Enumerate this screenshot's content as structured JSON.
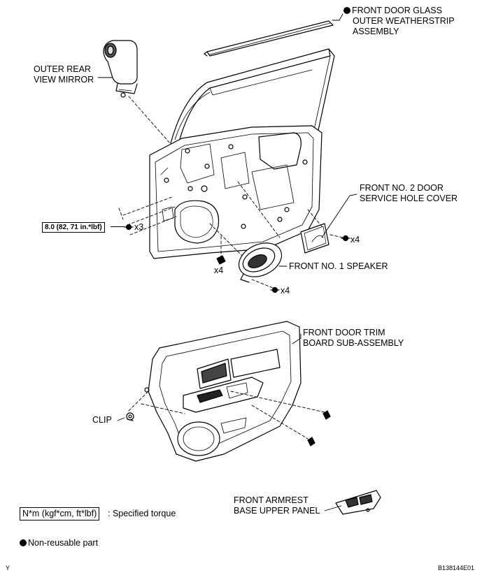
{
  "labels": {
    "weatherstrip": [
      "FRONT DOOR GLASS",
      "OUTER WEATHERSTRIP",
      "ASSEMBLY"
    ],
    "mirror": [
      "OUTER REAR",
      "VIEW MIRROR"
    ],
    "hole_cover": [
      "FRONT NO. 2 DOOR",
      "SERVICE HOLE COVER"
    ],
    "speaker": "FRONT NO. 1 SPEAKER",
    "trim_board": [
      "FRONT DOOR TRIM",
      "BOARD SUB-ASSEMBLY"
    ],
    "clip": "CLIP",
    "armrest": [
      "FRONT ARMREST",
      "BASE UPPER PANEL"
    ]
  },
  "quantities": {
    "torque_bolts": "x3",
    "cover_screws": "x4",
    "speaker_nuts": "x4",
    "speaker_screws": "x4"
  },
  "torque_value": "8.0 (82, 71 in.*lbf)",
  "legend": {
    "torque_unit": "N*m (kgf*cm, ft*lbf)",
    "torque_desc": ": Specified torque",
    "nonreusable": "Non-reusable part"
  },
  "corner": {
    "left": "Y",
    "right": "B138144E01"
  }
}
